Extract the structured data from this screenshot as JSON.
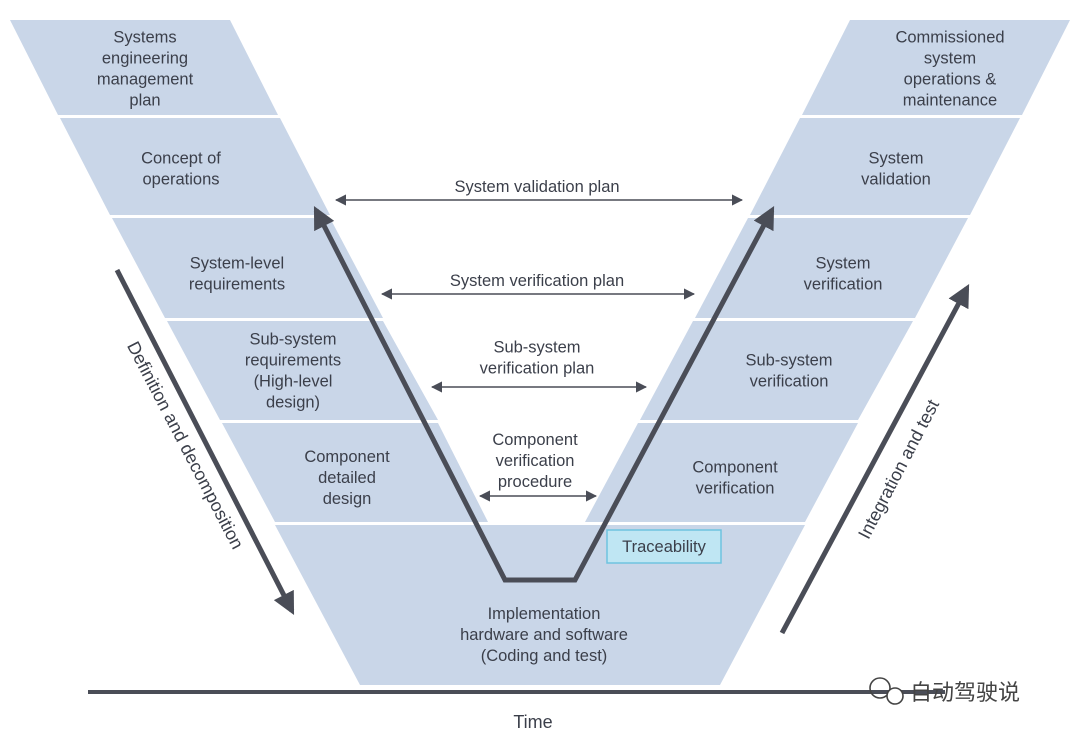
{
  "colors": {
    "box": "#c9d6e8",
    "line": "#4a4d57",
    "trace_fill": "#bfe6f3",
    "trace_stroke": "#6fc3df",
    "text": "#3b3f4a"
  },
  "left_phases": [
    {
      "lines": [
        "Systems",
        "engineering",
        "management",
        "plan"
      ]
    },
    {
      "lines": [
        "Concept of",
        "operations"
      ]
    },
    {
      "lines": [
        "System-level",
        "requirements"
      ]
    },
    {
      "lines": [
        "Sub-system",
        "requirements",
        "(High-level",
        "design)"
      ]
    },
    {
      "lines": [
        "Component",
        "detailed",
        "design"
      ]
    }
  ],
  "right_phases": [
    {
      "lines": [
        "Commissioned",
        "system",
        "operations &",
        "maintenance"
      ]
    },
    {
      "lines": [
        "System",
        "validation"
      ]
    },
    {
      "lines": [
        "System",
        "verification"
      ]
    },
    {
      "lines": [
        "Sub-system",
        "verification"
      ]
    },
    {
      "lines": [
        "Component",
        "verification"
      ]
    }
  ],
  "bottom_phase": {
    "lines": [
      "Implementation",
      "hardware and software",
      "(Coding and test)"
    ]
  },
  "plans": [
    {
      "lines": [
        "System validation plan"
      ]
    },
    {
      "lines": [
        "System verification plan"
      ]
    },
    {
      "lines": [
        "Sub-system",
        "verification plan"
      ]
    },
    {
      "lines": [
        "Component",
        "verification",
        "procedure"
      ]
    }
  ],
  "traceability": "Traceability",
  "left_axis": "Definition and decomposition",
  "right_axis": "Integration and test",
  "time_axis": "Time",
  "watermark": "自动驾驶说"
}
